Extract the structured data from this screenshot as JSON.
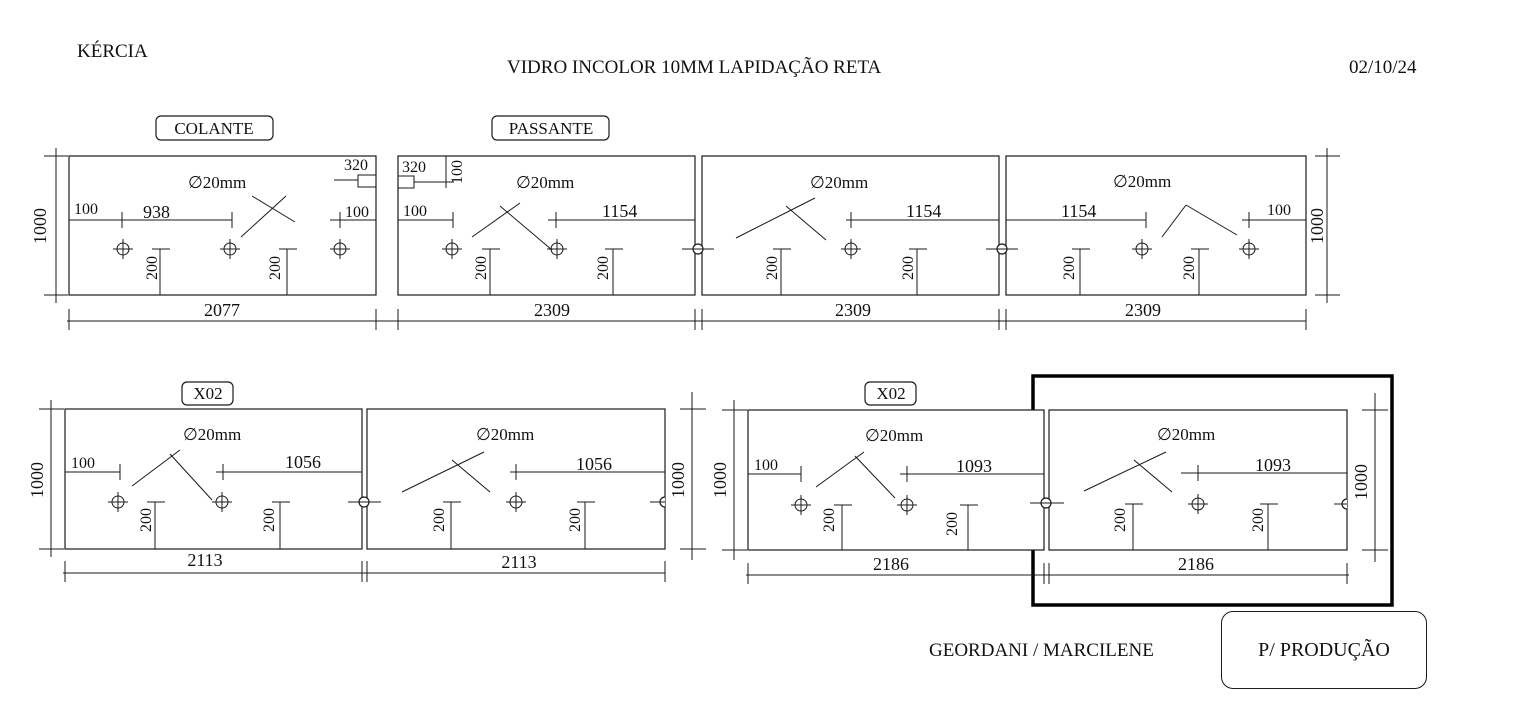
{
  "header": {
    "client": "KÉRCIA",
    "glass_spec": "VIDRO INCOLOR 10MM LAPIDAÇÃO RETA",
    "date": "02/10/24"
  },
  "footer": {
    "staff": "GEORDANI / MARCILENE",
    "stamp": "P/ PRODUÇÃO"
  },
  "row1": {
    "tags": [
      "COLANTE",
      "PASSANTE"
    ],
    "height": "1000",
    "panels": [
      {
        "width": "2077",
        "hole": "∅20mm",
        "left_offset": "100",
        "mid_offset": "938",
        "right_offset": "100",
        "vert_offsets": [
          "200",
          "200"
        ],
        "notch": "320"
      },
      {
        "width": "2309",
        "hole": "∅20mm",
        "left_offset": "100",
        "mid_offset": "1154",
        "vert_offsets": [
          "200",
          "200"
        ],
        "notch": "320",
        "notch_depth": "100"
      },
      {
        "width": "2309",
        "hole": "∅20mm",
        "mid_offset": "1154",
        "vert_offsets": [
          "200",
          "200"
        ]
      },
      {
        "width": "2309",
        "hole": "∅20mm",
        "mid_offset": "1154",
        "right_offset": "100",
        "vert_offsets": [
          "200",
          "200"
        ]
      }
    ]
  },
  "row2": {
    "tags": [
      "X02",
      "X02"
    ],
    "heights": [
      "1000",
      "1000",
      "1000",
      "1000"
    ],
    "panels": [
      {
        "width": "2113",
        "hole": "∅20mm",
        "left_offset": "100",
        "mid_offset": "1056",
        "vert_offsets": [
          "200",
          "200"
        ]
      },
      {
        "width": "2113",
        "hole": "∅20mm",
        "mid_offset": "1056",
        "vert_offsets": [
          "200",
          "200"
        ]
      },
      {
        "width": "2186",
        "hole": "∅20mm",
        "left_offset": "100",
        "mid_offset": "1093",
        "vert_offsets": [
          "200",
          "200"
        ]
      },
      {
        "width": "2186",
        "hole": "∅20mm",
        "mid_offset": "1093",
        "vert_offsets": [
          "200",
          "200"
        ]
      }
    ]
  }
}
